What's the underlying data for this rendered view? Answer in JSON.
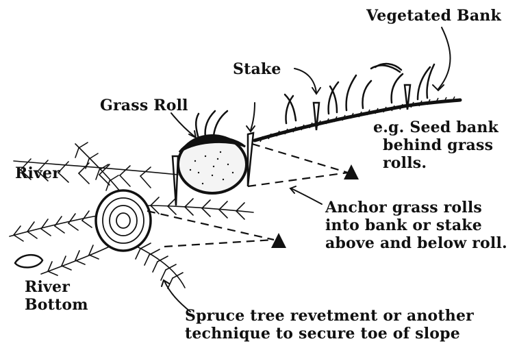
{
  "labels": {
    "vegetated_bank": "Vegetated Bank",
    "stake": "Stake",
    "grass_roll": "Grass Roll",
    "seed_bank": [
      "e.g. Seed bank",
      "behind grass",
      "rolls."
    ],
    "river": "River",
    "anchor": [
      "Anchor grass rolls",
      "into bank or stake",
      "above and below roll."
    ],
    "river_bottom": [
      "River",
      "Bottom"
    ],
    "spruce": [
      "Spruce tree revetment or another",
      "technique to secure toe of slope"
    ]
  },
  "colors": {
    "ink": "#111111",
    "paper": "#ffffff",
    "roll_fill": "#f4f4f4"
  }
}
